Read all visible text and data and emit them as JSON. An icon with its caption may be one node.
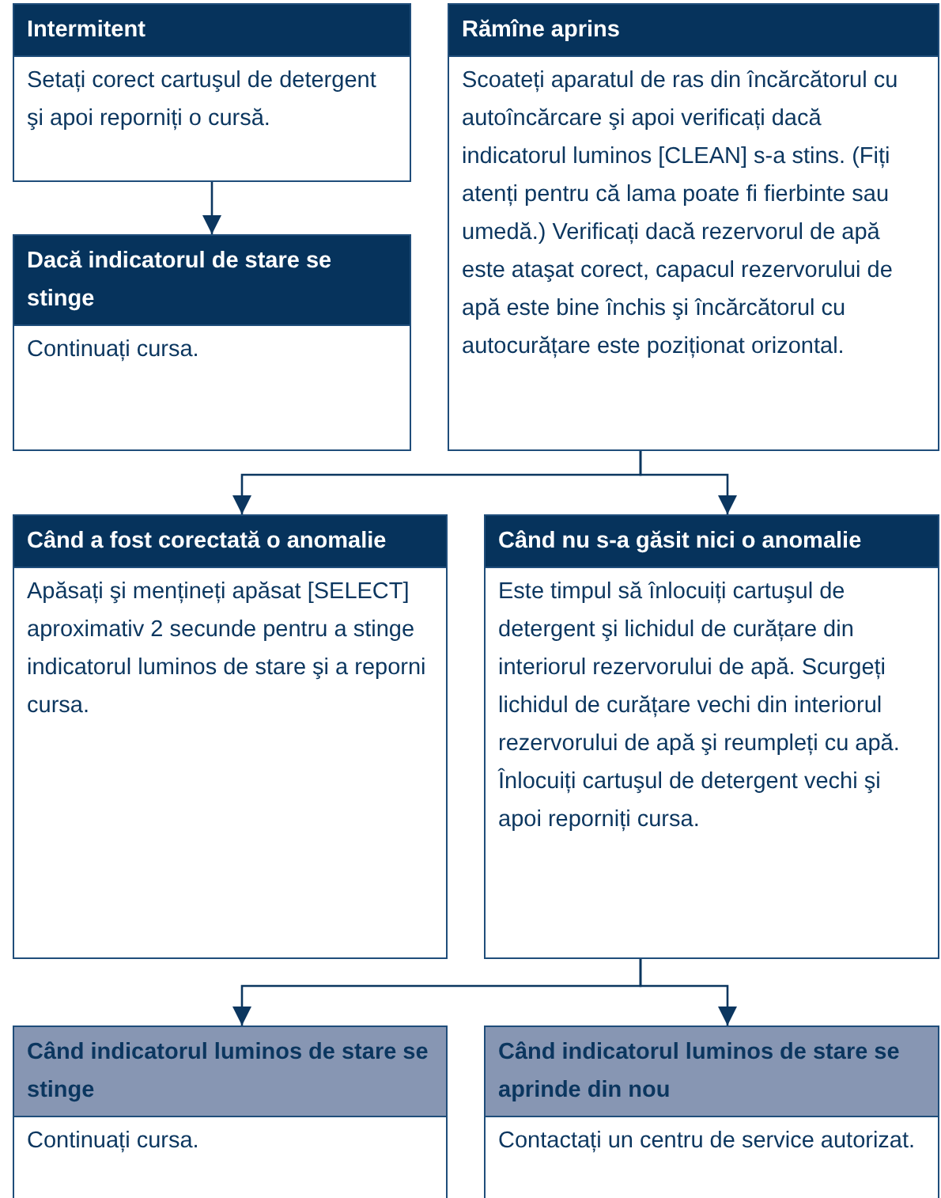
{
  "diagram": {
    "nodes": [
      {
        "text": [
          "Intermitent",
          "Setați corect cartuşul de detergent şi apoi reporniți o cursă."
        ]
      },
      {
        "text": [
          "Dacă indicatorul de stare se stinge",
          "Continuați cursa."
        ]
      },
      {
        "text": [
          "Rămîne aprins",
          "Scoateți aparatul de ras din încărcătorul cu autoîncărcare şi apoi verificați dacă indicatorul luminos [CLEAN] s-a stins. (Fiți atenți pentru că lama poate fi fierbinte sau umedă.) Verificați dacă rezervorul de apă este ataşat corect, capacul rezervorului de apă este bine închis şi încărcătorul cu autocurățare este poziționat orizontal."
        ]
      },
      {
        "text": [
          "Când a fost corectată o anomalie",
          "Apăsați şi mențineți apăsat [SELECT] aproximativ 2 secunde pentru a stinge indicatorul luminos de stare şi a reporni cursa."
        ]
      },
      {
        "text": [
          "Când nu s-a găsit nici o anomalie",
          "Este timpul să înlocuiți cartuşul de detergent şi lichidul de curățare din interiorul rezervorului de apă. Scurgeți lichidul de curățare vechi din interiorul rezervorului de apă şi reumpleți cu apă. Înlocuiți cartuşul de detergent vechi şi apoi reporniți cursa."
        ]
      },
      {
        "text": [
          "Când indicatorul luminos de stare se stinge",
          "Continuați cursa."
        ]
      },
      {
        "text": [
          "Când indicatorul luminos de stare se aprinde din nou",
          "Contactați un centru de service autorizat."
        ]
      }
    ],
    "edges": [
      {
        "from": 0,
        "to": 1,
        "arrow": "to"
      },
      {
        "from": 2,
        "to": 3,
        "arrow": "to"
      },
      {
        "from": 2,
        "to": 4,
        "arrow": "to"
      },
      {
        "from": 4,
        "to": 5,
        "arrow": "to"
      },
      {
        "from": 4,
        "to": 6,
        "arrow": "to"
      }
    ]
  }
}
